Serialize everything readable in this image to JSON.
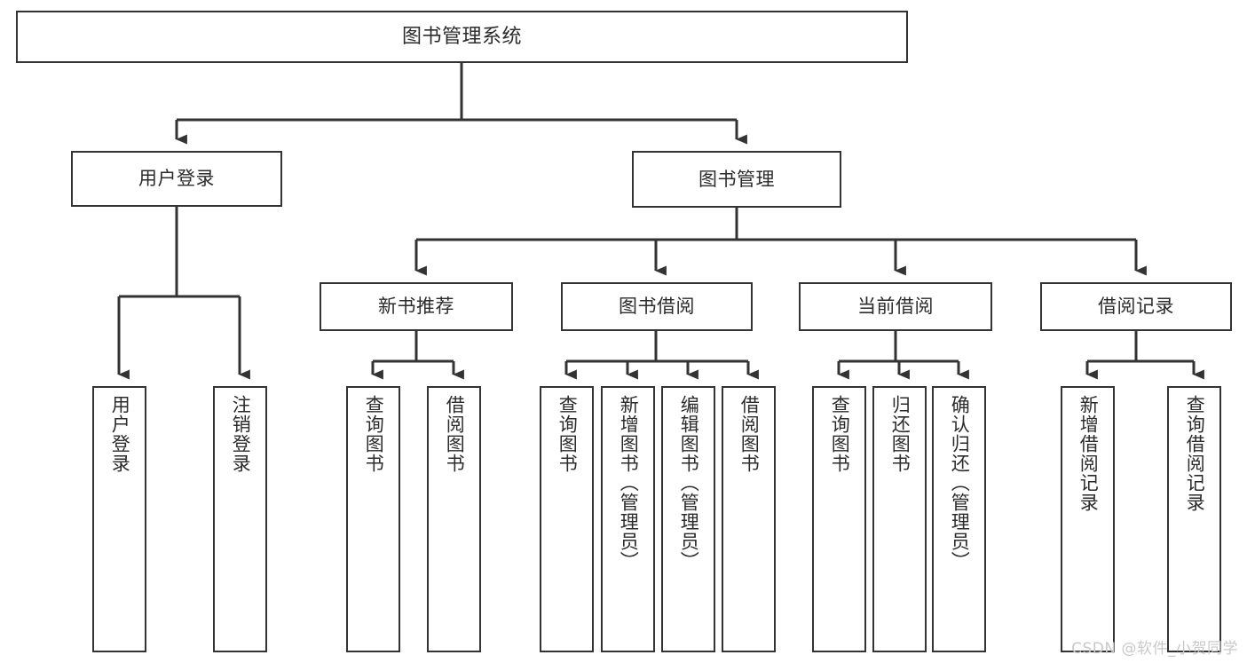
{
  "diagram": {
    "title": "图书管理系统",
    "watermark": "CSDN @软件_小贺同学",
    "colors": {
      "stroke": "#333333",
      "box_fill": "#ffffff",
      "text": "#2b2b2b",
      "watermark": "#c9c9c9",
      "background": "#ffffff"
    },
    "nodes": {
      "root": {
        "label": "图书管理系统"
      },
      "level1": [
        {
          "label": "用户登录"
        },
        {
          "label": "图书管理"
        }
      ],
      "level2": [
        {
          "label": "新书推荐"
        },
        {
          "label": "图书借阅"
        },
        {
          "label": "当前借阅"
        },
        {
          "label": "借阅记录"
        }
      ],
      "leaves": {
        "user_login": [
          {
            "label": "用户登录"
          },
          {
            "label": "注销登录"
          }
        ],
        "new_book_recommend": [
          {
            "label": "查询图书"
          },
          {
            "label": "借阅图书"
          }
        ],
        "book_borrow": [
          {
            "label": "查询图书"
          },
          {
            "label": "新增图书（管理员）"
          },
          {
            "label": "编辑图书（管理员）"
          },
          {
            "label": "借阅图书"
          }
        ],
        "current_borrow": [
          {
            "label": "查询图书"
          },
          {
            "label": "归还图书"
          },
          {
            "label": "确认归还（管理员）"
          }
        ],
        "borrow_record": [
          {
            "label": "新增借阅记录"
          },
          {
            "label": "查询借阅记录"
          }
        ]
      }
    }
  }
}
